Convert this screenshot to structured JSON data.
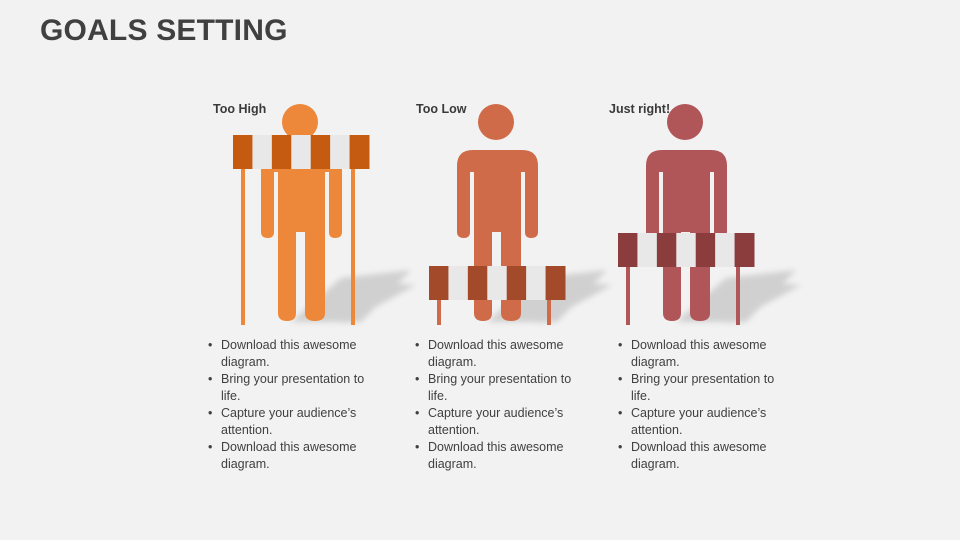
{
  "title": "GOALS SETTING",
  "figures": [
    {
      "label": "Too High",
      "barrier_position": "above head",
      "colors": {
        "body": "#ED8739",
        "barrier_dark": "#C55A11",
        "barrier_light": "#E8E8E8"
      },
      "bullets": [
        "Download this awesome diagram.",
        "Bring your presentation to life.",
        "Capture your audience’s attention.",
        "Download this awesome diagram."
      ]
    },
    {
      "label": "Too Low",
      "barrier_position": "below knees",
      "colors": {
        "body": "#CF6B48",
        "barrier_dark": "#A34A2A",
        "barrier_light": "#E8E8E8"
      },
      "bullets": [
        "Download this awesome diagram.",
        "Bring your presentation to life.",
        "Capture your audience’s attention.",
        "Download this awesome diagram."
      ]
    },
    {
      "label": "Just right!",
      "barrier_position": "at waist",
      "colors": {
        "body": "#B05558",
        "barrier_dark": "#8B3D3E",
        "barrier_light": "#E8E8E8"
      },
      "bullets": [
        "Download this awesome diagram.",
        "Bring your presentation to life.",
        "Capture your audience’s attention.",
        "Download this awesome diagram."
      ]
    }
  ]
}
